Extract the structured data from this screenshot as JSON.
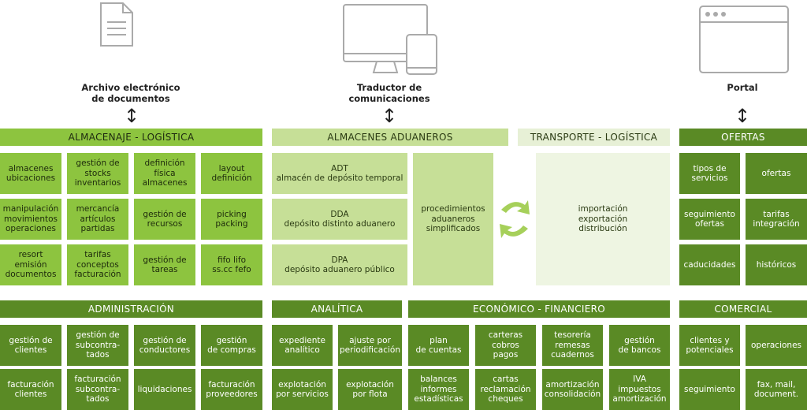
{
  "top_items": [
    {
      "id": "archivo",
      "caption": "Archivo electrónico\nde documentos",
      "icon": "document-icon"
    },
    {
      "id": "traductor",
      "caption": "Traductor de\ncomunicaciones",
      "icon": "monitor-phone-icon"
    },
    {
      "id": "portal",
      "caption": "Portal",
      "icon": "browser-window-icon"
    }
  ],
  "headers": {
    "almacenaje": "ALMACENAJE - LOGÍSTICA",
    "aduaneros": "ALMACENES ADUANEROS",
    "transporte": "TRANSPORTE - LOGÍSTICA",
    "ofertas": "OFERTAS",
    "administracion": "ADMINISTRACIÓN",
    "analitica": "ANALÍTICA",
    "economico": "ECONÓMICO - FINANCIERO",
    "comercial": "COMERCIAL"
  },
  "almacenaje_cells": [
    "almacenes\nubicaciones",
    "gestión de\nstocks\ninventarios",
    "definición\nfísica\nalmacenes",
    "layout\ndefinición",
    "manipulación\nmovimientos\noperaciones",
    "mercancía\nartículos\npartidas",
    "gestión de\nrecursos",
    "picking\npacking",
    "resort\nemisión\ndocumentos",
    "tarifas\nconceptos\nfacturación",
    "gestión de\ntareas",
    "fifo lifo\nss.cc fefo"
  ],
  "aduaneros_cells": [
    "ADT\nalmacén de depósito temporal",
    "DDA\ndepósito distinto aduanero",
    "DPA\ndepósito aduanero público"
  ],
  "procedimientos": "procedimientos\naduaneros\nsimplificados",
  "transporte_cell": "importación\nexportación\ndistribución",
  "ofertas_cells": [
    "tipos de\nservicios",
    "ofertas",
    "seguimiento\nofertas",
    "tarifas\nintegración",
    "caducidades",
    "históricos"
  ],
  "administracion_cells": [
    "gestión de\nclientes",
    "gestión de\nsubcontra-\ntados",
    "gestión de\nconductores",
    "gestión\nde compras",
    "facturación\nclientes",
    "facturación\nsubcontra-\ntados",
    "liquidaciones",
    "facturación\nproveedores"
  ],
  "analitica_cells": [
    "expediente\nanalítico",
    "ajuste por\nperiodificación",
    "explotación\npor servicios",
    "explotación\npor flota"
  ],
  "economico_cells": [
    "plan\nde cuentas",
    "carteras\ncobros\npagos",
    "tesorería\nremesas\ncuadernos",
    "gestión\nde bancos",
    "balances\ninformes\nestadísticas",
    "cartas\nreclamación\ncheques",
    "amortización\nconsolidación",
    "IVA\nimpuestos\namortización"
  ],
  "comercial_cells": [
    "clientes y\npotenciales",
    "operaciones",
    "seguimiento",
    "fax, mail,\ndocument."
  ],
  "colors": {
    "green": "#8dc43f",
    "light_green": "#c6df97",
    "pale_green": "#e7f0d6",
    "dark_green": "#5a8a25"
  }
}
